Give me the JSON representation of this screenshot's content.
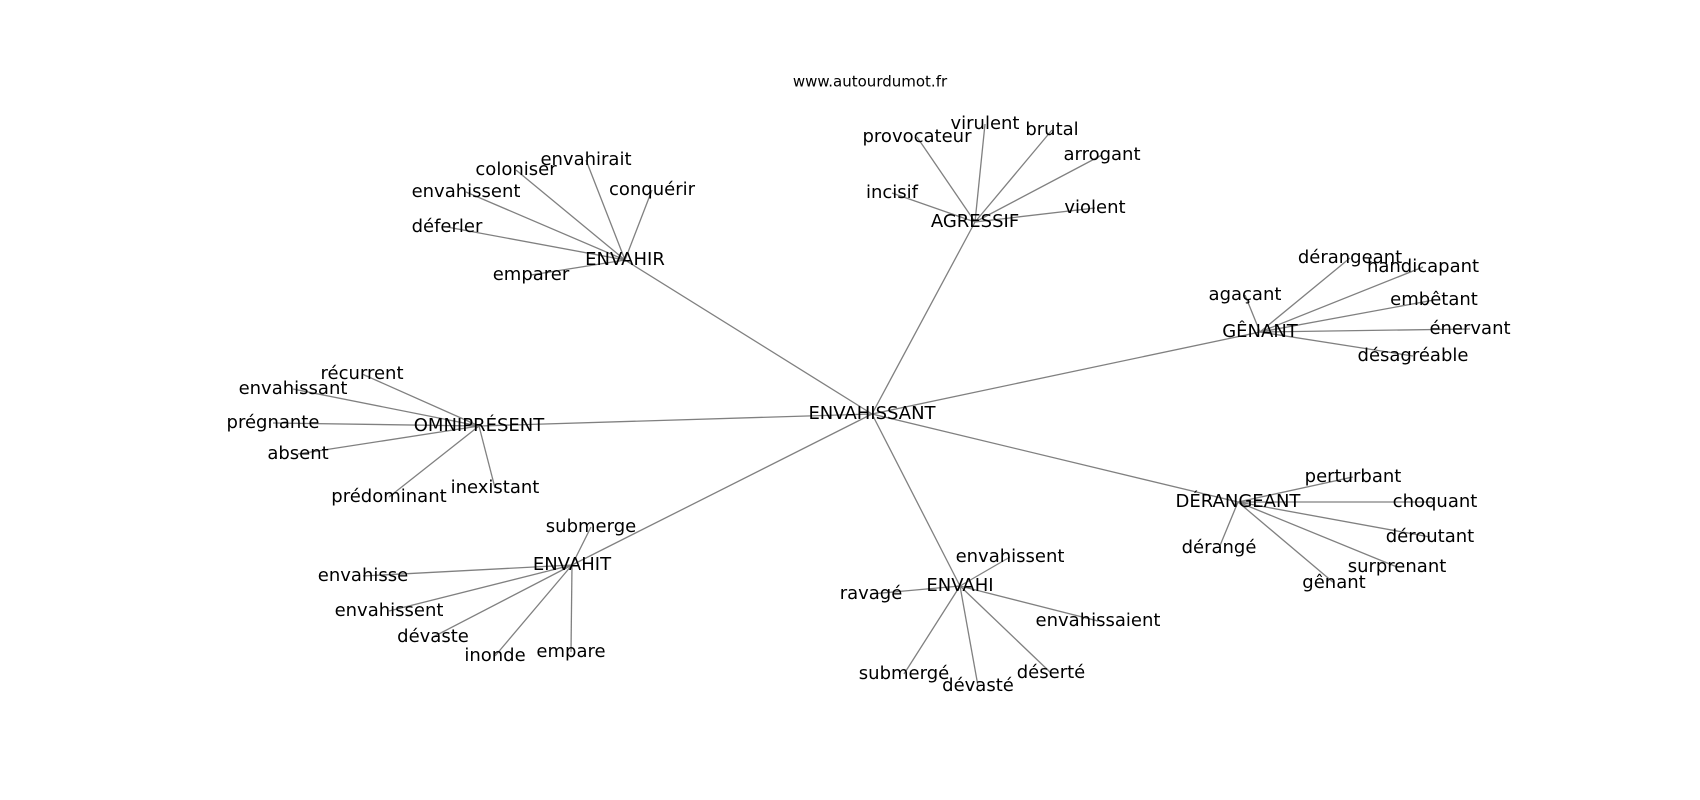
{
  "source": "www.autourdumot.fr",
  "center": "ENVAHISSANT",
  "groups": [
    {
      "word": "ENVAHIR",
      "leaves": [
        "envahirait",
        "coloniser",
        "envahissent",
        "conquérir",
        "déferler",
        "emparer"
      ]
    },
    {
      "word": "AGRESSIF",
      "leaves": [
        "provocateur",
        "virulent",
        "brutal",
        "arrogant",
        "incisif",
        "violent"
      ]
    },
    {
      "word": "GÊNANT",
      "leaves": [
        "dérangeant",
        "handicapant",
        "agaçant",
        "embêtant",
        "énervant",
        "désagréable"
      ]
    },
    {
      "word": "OMNIPRÉSENT",
      "leaves": [
        "récurrent",
        "envahissant",
        "prégnante",
        "absent",
        "prédominant",
        "inexistant"
      ]
    },
    {
      "word": "DÉRANGEANT",
      "leaves": [
        "perturbant",
        "choquant",
        "déroutant",
        "dérangé",
        "surprenant",
        "gênant"
      ]
    },
    {
      "word": "ENVAHIT",
      "leaves": [
        "submerge",
        "envahisse",
        "envahissent",
        "dévaste",
        "inonde",
        "empare"
      ]
    },
    {
      "word": "ENVAHI",
      "leaves": [
        "envahissent",
        "ravagé",
        "envahissaient",
        "submergé",
        "dévasté",
        "déserté"
      ]
    }
  ]
}
